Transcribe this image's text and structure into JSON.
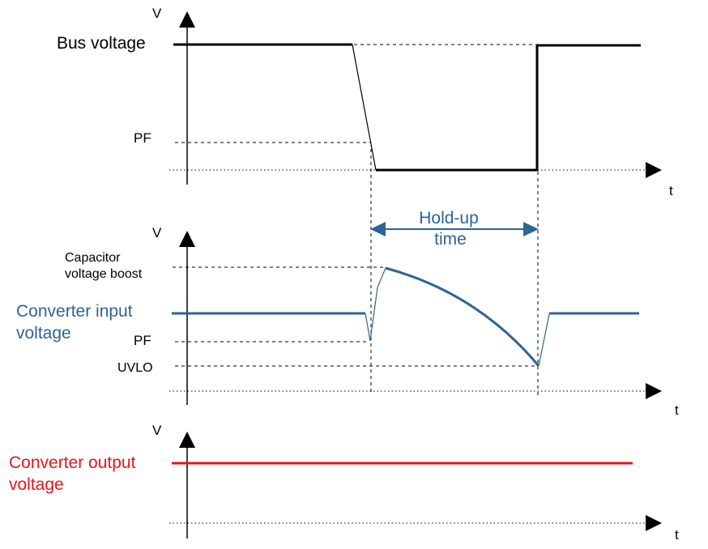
{
  "colors": {
    "black": "#000000",
    "blue": "#2e6496",
    "red": "#e8141c"
  },
  "panels": {
    "bus": {
      "axis_label_v": "V",
      "axis_label_t": "t",
      "signal_label": "Bus voltage",
      "level_pf": "PF"
    },
    "input": {
      "axis_label_v": "V",
      "axis_label_t": "t",
      "signal_label_line1": "Converter input",
      "signal_label_line2": "voltage",
      "level_boost_line1": "Capacitor",
      "level_boost_line2": "voltage boost",
      "level_pf": "PF",
      "level_uvlo": "UVLO",
      "holdup_line1": "Hold-up",
      "holdup_line2": "time"
    },
    "output": {
      "axis_label_v": "V",
      "axis_label_t": "t",
      "signal_label_line1": "Converter output",
      "signal_label_line2": "voltage"
    }
  }
}
